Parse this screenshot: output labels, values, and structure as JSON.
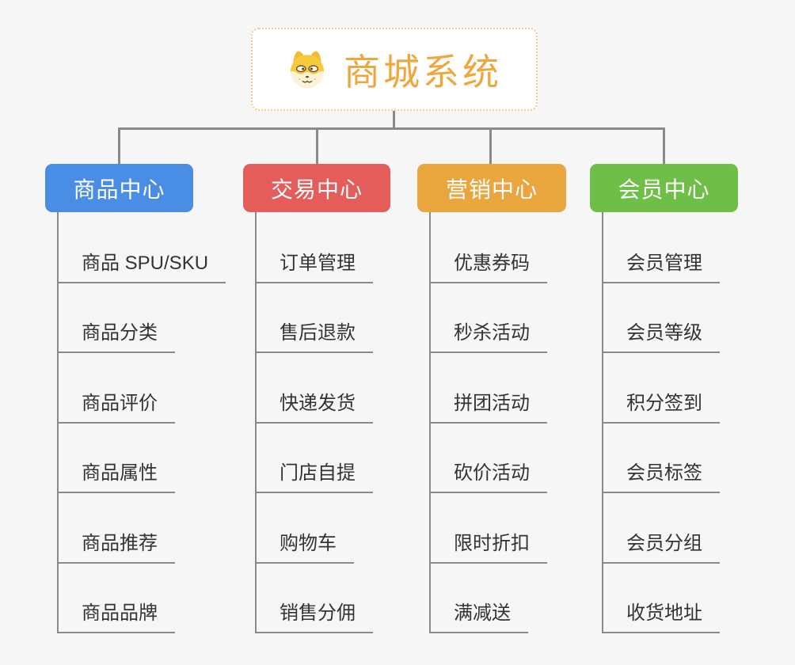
{
  "background_color": "#f6f6f6",
  "connector_color": "#8a8a8a",
  "root": {
    "label": "商城系统",
    "icon": "dog-face-icon",
    "text_color": "#efa73d",
    "border_color": "#f2c98c",
    "background": "#ffffff"
  },
  "branches": [
    {
      "label": "商品中心",
      "color": "#4a8de5",
      "children": [
        "商品 SPU/SKU",
        "商品分类",
        "商品评价",
        "商品属性",
        "商品推荐",
        "商品品牌"
      ]
    },
    {
      "label": "交易中心",
      "color": "#e45d5a",
      "children": [
        "订单管理",
        "售后退款",
        "快递发货",
        "门店自提",
        "购物车",
        "销售分佣"
      ]
    },
    {
      "label": "营销中心",
      "color": "#e9a63e",
      "children": [
        "优惠券码",
        "秒杀活动",
        "拼团活动",
        "砍价活动",
        "限时折扣",
        "满减送"
      ]
    },
    {
      "label": "会员中心",
      "color": "#6ebe48",
      "children": [
        "会员管理",
        "会员等级",
        "积分签到",
        "会员标签",
        "会员分组",
        "收货地址"
      ]
    }
  ]
}
